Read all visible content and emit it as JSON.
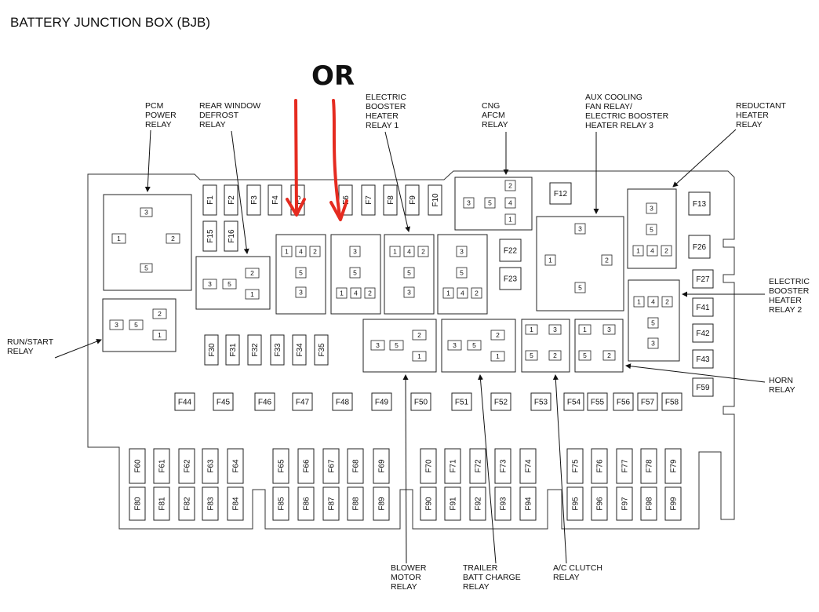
{
  "title": "BATTERY JUNCTION BOX (BJB)",
  "annotation": {
    "text": "OR",
    "color": "#e52b20"
  },
  "labels": {
    "pcm_power": [
      "PCM",
      "POWER",
      "RELAY"
    ],
    "rear_window": [
      "REAR WINDOW",
      "DEFROST",
      "RELAY"
    ],
    "ebh1": [
      "ELECTRIC",
      "BOOSTER",
      "HEATER",
      "RELAY 1"
    ],
    "cng": [
      "CNG",
      "AFCM",
      "RELAY"
    ],
    "aux": [
      "AUX COOLING",
      "FAN RELAY/",
      "ELECTRIC BOOSTER",
      "HEATER RELAY 3"
    ],
    "reductant": [
      "REDUCTANT",
      "HEATER",
      "RELAY"
    ],
    "ebh2": [
      "ELECTRIC",
      "BOOSTER",
      "HEATER",
      "RELAY 2"
    ],
    "run_start": [
      "RUN/START",
      "RELAY"
    ],
    "horn": [
      "HORN",
      "RELAY"
    ],
    "blower": [
      "BLOWER",
      "MOTOR",
      "RELAY"
    ],
    "trailer": [
      "TRAILER",
      "BATT CHARGE",
      "RELAY"
    ],
    "ac": [
      "A/C CLUTCH",
      "RELAY"
    ]
  },
  "pins": {
    "p1": "1",
    "p2": "2",
    "p3": "3",
    "p4": "4",
    "p5": "5"
  },
  "fuses": {
    "top_vertical": [
      "F1",
      "F2",
      "F3",
      "F4",
      "F5",
      "F6",
      "F7",
      "F8",
      "F9",
      "F10"
    ],
    "lower_top_left": [
      "F15",
      "F16"
    ],
    "right_small": [
      "F12",
      "F13",
      "F26",
      "F22",
      "F23",
      "F27",
      "F41",
      "F42",
      "F43",
      "F59"
    ],
    "middle_vertical": [
      "F30",
      "F31",
      "F32",
      "F33",
      "F34",
      "F35"
    ],
    "middle_row": [
      "F44",
      "F45",
      "F46",
      "F47",
      "F48",
      "F49",
      "F50",
      "F51",
      "F52",
      "F53",
      "F54",
      "F55",
      "F56",
      "F57",
      "F58"
    ],
    "bottom_row1": [
      "F60",
      "F61",
      "F62",
      "F63",
      "F64",
      "F65",
      "F66",
      "F67",
      "F68",
      "F69",
      "F70",
      "F71",
      "F72",
      "F73",
      "F74",
      "F75",
      "F76",
      "F77",
      "F78",
      "F79"
    ],
    "bottom_row2": [
      "F80",
      "F81",
      "F82",
      "F83",
      "F84",
      "F85",
      "F86",
      "F87",
      "F88",
      "F89",
      "F90",
      "F91",
      "F92",
      "F93",
      "F94",
      "F95",
      "F96",
      "F97",
      "F98",
      "F99"
    ]
  }
}
